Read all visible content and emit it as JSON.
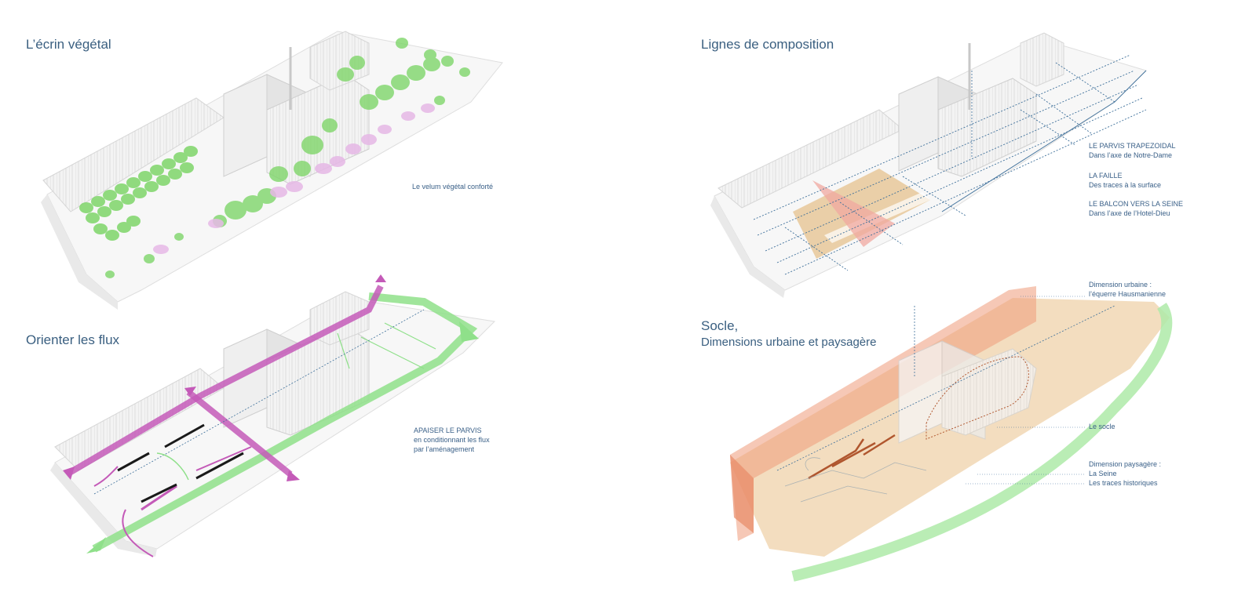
{
  "panels": {
    "vegetal": {
      "title": "L’écrin végétal",
      "caption": "Le velum végétal conforté"
    },
    "composition": {
      "title": "Lignes de composition",
      "notes": [
        {
          "heading": "LE PARVIS TRAPEZOIDAL",
          "detail": "Dans l’axe de Notre-Dame"
        },
        {
          "heading": "LA FAILLE",
          "detail": "Des traces à la surface"
        },
        {
          "heading": "LE BALCON VERS LA SEINE",
          "detail": "Dans l’axe de l’Hotel-Dieu"
        }
      ]
    },
    "flux": {
      "title": "Orienter les flux",
      "caption_heading": "APAISER LE PARVIS",
      "caption_line1": "en conditionnant les flux",
      "caption_line2": "par l’aménagement"
    },
    "socle": {
      "title_line1": "Socle,",
      "title_line2": "Dimensions urbaine et paysagère",
      "urban_line1": "Dimension urbaine :",
      "urban_line2": "l’équerre Hausmanienne",
      "socle_label": "Le socle",
      "landscape_line1": "Dimension paysagère :",
      "landscape_line2": "La Seine",
      "landscape_line3": "Les traces historiques"
    }
  },
  "colors": {
    "title_blue": "#3a5f80",
    "vegetation_green": "#7fd66a",
    "blossom_pink": "#e6b8e6",
    "flow_magenta": "#c45ab8",
    "flow_green": "#8fe08a",
    "parvis_sand": "#e8c89a",
    "faille_pink": "#f0a8a0",
    "urban_orange": "#ef9a7a",
    "socle_beige": "#f2d9b8",
    "blue_lines": "#3d6f9a"
  }
}
